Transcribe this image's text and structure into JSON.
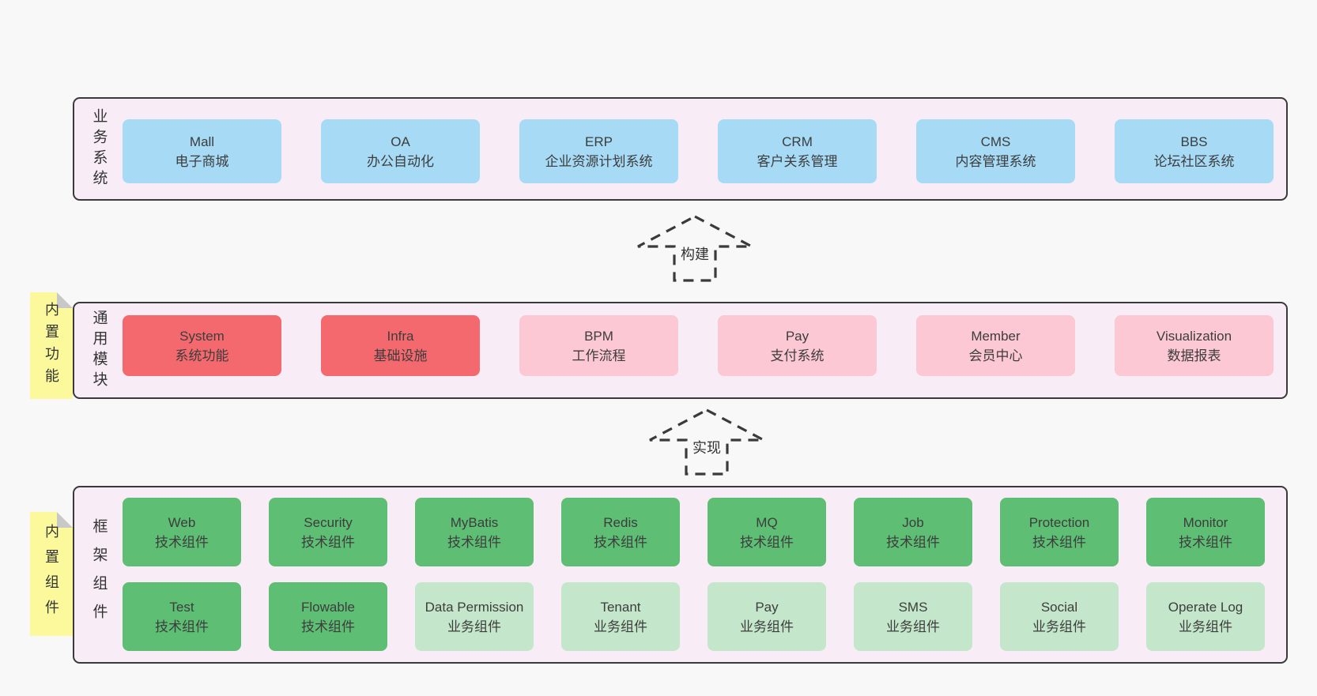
{
  "colors": {
    "page_bg": "#f8f8f8",
    "layer_bg": "#f8edf6",
    "border": "#3a3a3a",
    "blue": "#a6daf5",
    "red": "#f4696e",
    "pink": "#fbc8d3",
    "green": "#5dbe74",
    "lightgreen": "#c4e7cb",
    "yellow": "#fbf99c",
    "fold_gray": "#c8c8c8",
    "text": "#3a3a3a"
  },
  "layers": [
    {
      "label": "业务系统",
      "boxes": [
        {
          "name": "Mall",
          "desc": "电子商城"
        },
        {
          "name": "OA",
          "desc": "办公自动化"
        },
        {
          "name": "ERP",
          "desc": "企业资源计划系统"
        },
        {
          "name": "CRM",
          "desc": "客户关系管理"
        },
        {
          "name": "CMS",
          "desc": "内容管理系统"
        },
        {
          "name": "BBS",
          "desc": "论坛社区系统"
        }
      ]
    },
    {
      "label": "通用模块",
      "sticky": "内置功能",
      "boxes": [
        {
          "name": "System",
          "desc": "系统功能"
        },
        {
          "name": "Infra",
          "desc": "基础设施"
        },
        {
          "name": "BPM",
          "desc": "工作流程"
        },
        {
          "name": "Pay",
          "desc": "支付系统"
        },
        {
          "name": "Member",
          "desc": "会员中心"
        },
        {
          "name": "Visualization",
          "desc": "数据报表"
        }
      ]
    },
    {
      "label": "框架组件",
      "sticky": "内置组件",
      "rows": [
        [
          {
            "name": "Web",
            "desc": "技术组件"
          },
          {
            "name": "Security",
            "desc": "技术组件"
          },
          {
            "name": "MyBatis",
            "desc": "技术组件"
          },
          {
            "name": "Redis",
            "desc": "技术组件"
          },
          {
            "name": "MQ",
            "desc": "技术组件"
          },
          {
            "name": "Job",
            "desc": "技术组件"
          },
          {
            "name": "Protection",
            "desc": "技术组件"
          },
          {
            "name": "Monitor",
            "desc": "技术组件"
          }
        ],
        [
          {
            "name": "Test",
            "desc": "技术组件"
          },
          {
            "name": "Flowable",
            "desc": "技术组件"
          },
          {
            "name": "Data Permission",
            "desc": "业务组件"
          },
          {
            "name": "Tenant",
            "desc": "业务组件"
          },
          {
            "name": "Pay",
            "desc": "业务组件"
          },
          {
            "name": "SMS",
            "desc": "业务组件"
          },
          {
            "name": "Social",
            "desc": "业务组件"
          },
          {
            "name": "Operate Log",
            "desc": "业务组件"
          }
        ]
      ]
    }
  ],
  "arrows": [
    {
      "label": "构建"
    },
    {
      "label": "实现"
    }
  ]
}
